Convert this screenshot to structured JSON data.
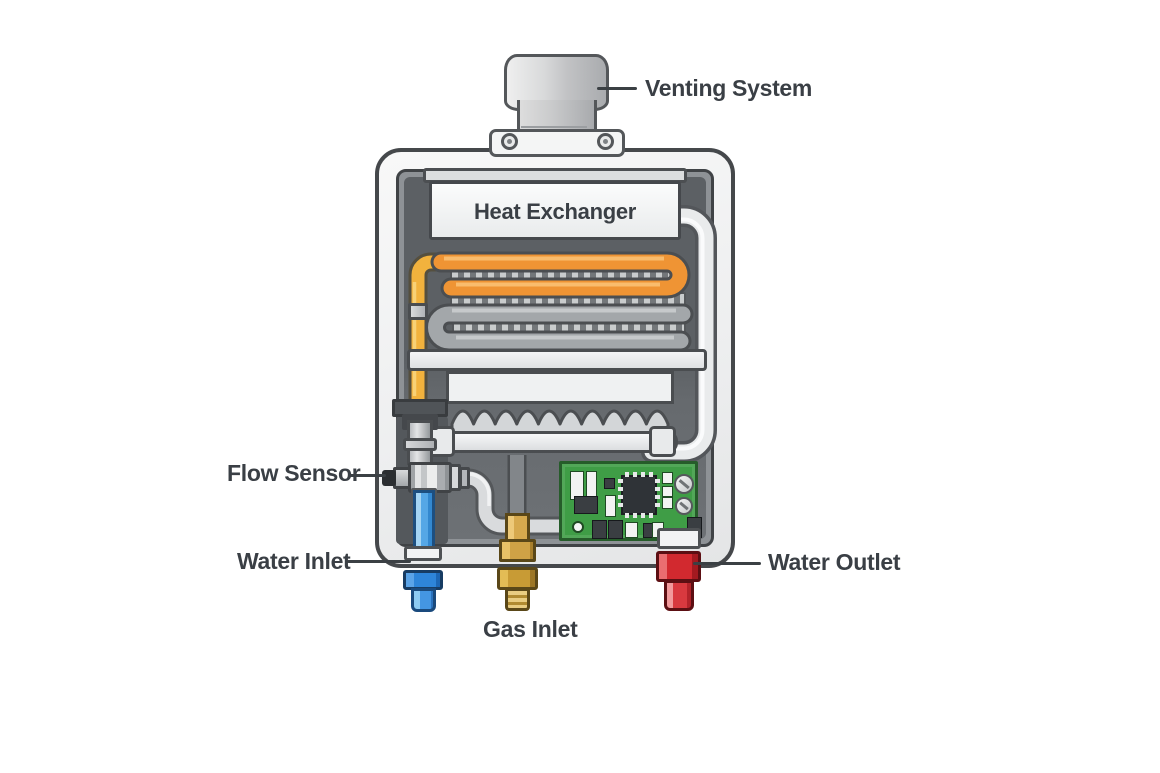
{
  "diagram": {
    "type": "tankless-water-heater-cutaway",
    "labels": {
      "venting_system": "Venting System",
      "heat_exchanger": "Heat Exchanger",
      "flow_sensor": "Flow Sensor",
      "water_inlet": "Water Inlet",
      "gas_inlet": "Gas Inlet",
      "water_outlet": "Water Outlet"
    },
    "colors": {
      "coil_orange": "#ef9434",
      "gas_line_yellow": "#f2b23d",
      "water_inlet_blue": "#3388cf",
      "water_outlet_red": "#d2292f",
      "gas_fitting_brass": "#cfa246",
      "pcb_green": "#3f9d46",
      "casing_white": "#f2f3f3",
      "panel_gray": "#5c6064",
      "label_text": "#3a3f45"
    }
  }
}
